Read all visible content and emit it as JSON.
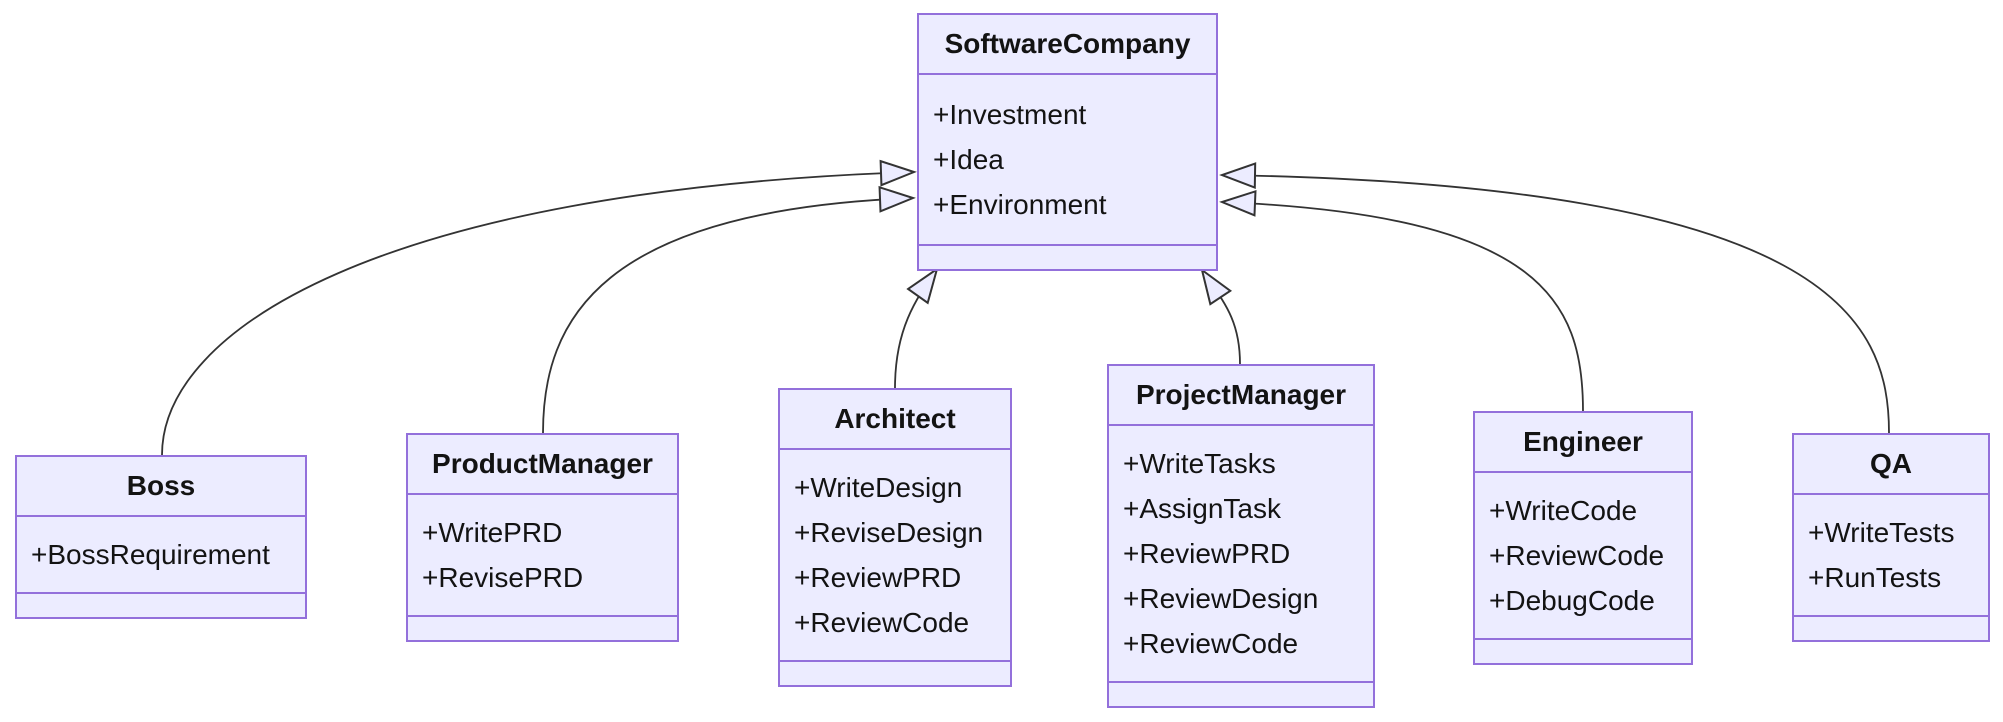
{
  "diagram_type": "uml-class-diagram",
  "colors": {
    "node_fill": "#ECECFF",
    "node_border": "#9370DB",
    "edge_stroke": "#333333",
    "text": "#131313",
    "background": "#FFFFFF"
  },
  "classes": [
    {
      "name": "SoftwareCompany",
      "attributes": [
        "+Investment",
        "+Idea",
        "+Environment"
      ]
    },
    {
      "name": "Boss",
      "attributes": [
        "+BossRequirement"
      ]
    },
    {
      "name": "ProductManager",
      "attributes": [
        "+WritePRD",
        "+RevisePRD"
      ]
    },
    {
      "name": "Architect",
      "attributes": [
        "+WriteDesign",
        "+ReviseDesign",
        "+ReviewPRD",
        "+ReviewCode"
      ]
    },
    {
      "name": "ProjectManager",
      "attributes": [
        "+WriteTasks",
        "+AssignTask",
        "+ReviewPRD",
        "+ReviewDesign",
        "+ReviewCode"
      ]
    },
    {
      "name": "Engineer",
      "attributes": [
        "+WriteCode",
        "+ReviewCode",
        "+DebugCode"
      ]
    },
    {
      "name": "QA",
      "attributes": [
        "+WriteTests",
        "+RunTests"
      ]
    }
  ],
  "relationships": [
    {
      "from": "Boss",
      "to": "SoftwareCompany",
      "type": "inheritance"
    },
    {
      "from": "ProductManager",
      "to": "SoftwareCompany",
      "type": "inheritance"
    },
    {
      "from": "Architect",
      "to": "SoftwareCompany",
      "type": "inheritance"
    },
    {
      "from": "ProjectManager",
      "to": "SoftwareCompany",
      "type": "inheritance"
    },
    {
      "from": "Engineer",
      "to": "SoftwareCompany",
      "type": "inheritance"
    },
    {
      "from": "QA",
      "to": "SoftwareCompany",
      "type": "inheritance"
    }
  ]
}
